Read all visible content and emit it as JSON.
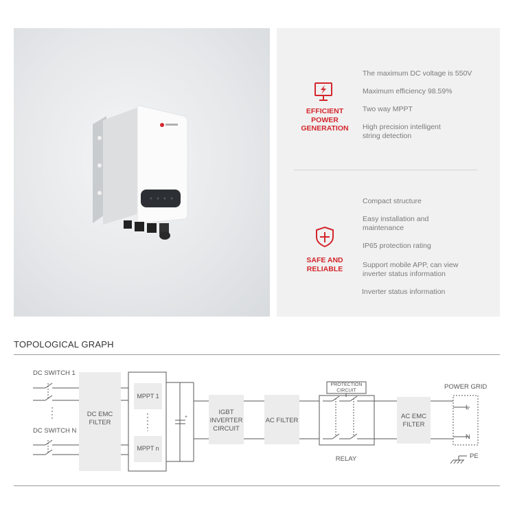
{
  "features": {
    "efficient": {
      "title_lines": [
        "EFFICIENT",
        "POWER",
        "GENERATION"
      ],
      "icon": "monitor-lightning-icon",
      "items": [
        [
          "The maximum DC voltage is 550V"
        ],
        [
          "Maximum efficiency 98.59%"
        ],
        [
          "Two way MPPT"
        ],
        [
          "High precision intelligent",
          "string detection"
        ]
      ]
    },
    "safe": {
      "title_lines": [
        "SAFE AND",
        "RELIABLE"
      ],
      "icon": "shield-icon",
      "items": [
        [
          "Compact structure"
        ],
        [
          "Easy installation and",
          "maintenance"
        ],
        [
          "IP65 protection rating"
        ],
        [
          "Support mobile APP, can view",
          "inverter status information"
        ],
        [
          "Inverter status information"
        ]
      ]
    }
  },
  "section_title": "TOPOLOGICAL GRAPH",
  "diagram": {
    "dc_switch_1": "DC SWITCH 1",
    "dc_switch_n": "DC SWITCH N",
    "dc_emc_filter": [
      "DC EMC",
      "FILTER"
    ],
    "mppt_1": "MPPT 1",
    "mppt_n": "MPPT n",
    "igbt": [
      "IGBT",
      "INVERTER",
      "CIRCUIT"
    ],
    "ac_filter": "AC FILTER",
    "protection_circuit": [
      "PROTECTION",
      "CIRCUIT"
    ],
    "relay": "RELAY",
    "ac_emc_filter": [
      "AC EMC",
      "FILTER"
    ],
    "power_grid": "POWER GRID",
    "line_l": "L",
    "line_n": "N",
    "pe": "PE",
    "capacitor_plus": "+"
  },
  "colors": {
    "accent_red": "#d3262c",
    "box_fill": "#ececec",
    "line": "#555555"
  }
}
